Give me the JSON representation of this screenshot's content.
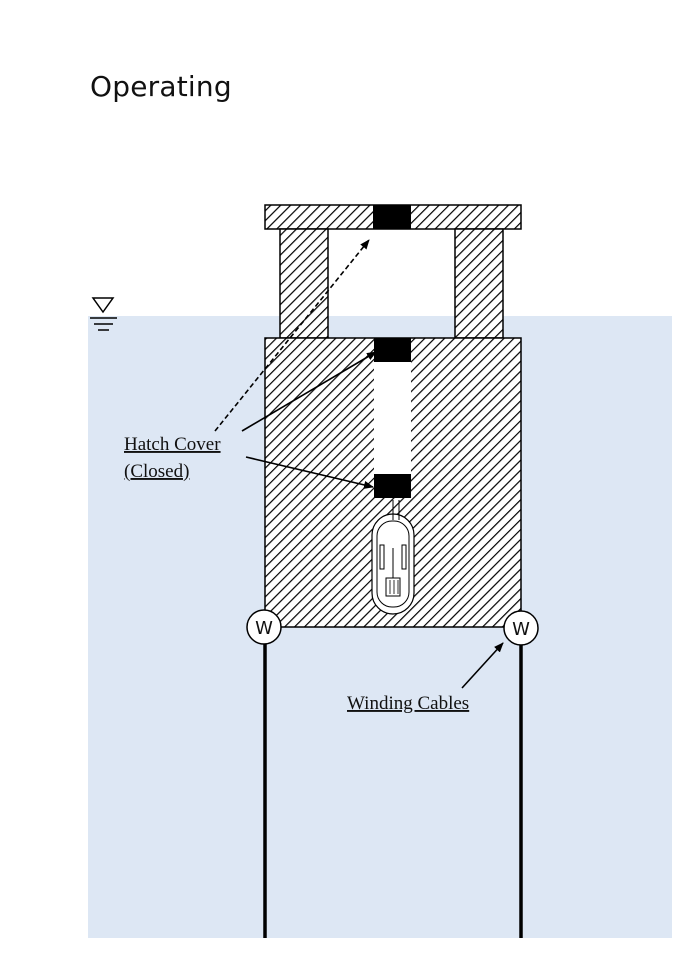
{
  "title": "Operating",
  "labels": {
    "hatch_cover_line1": "Hatch Cover",
    "hatch_cover_line2": "(Closed)",
    "winding_cables": "Winding Cables",
    "winch_symbol": "W"
  },
  "colors": {
    "water": "#dde7f4",
    "structure_fill": "#ffffff",
    "hatch": "#000000",
    "hatch_cover": "#000000"
  },
  "icons": {
    "water_level": "water-level-icon",
    "winch": "winch-icon",
    "reactor_vessel": "reactor-vessel-icon"
  }
}
